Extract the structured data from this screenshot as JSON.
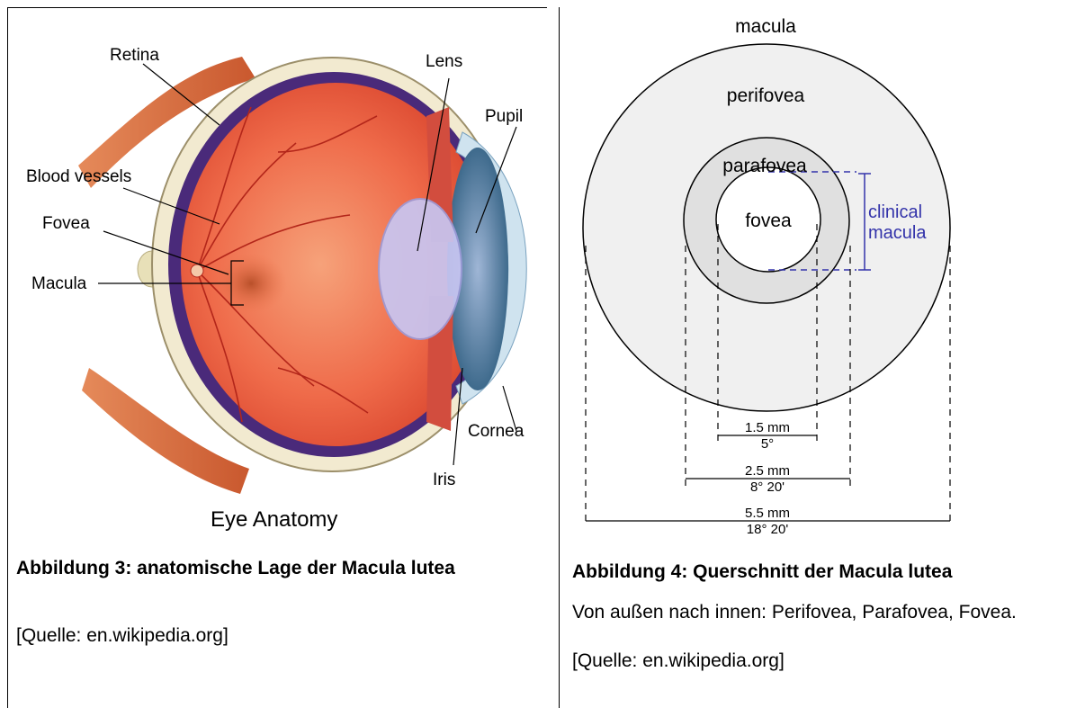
{
  "left_figure": {
    "labels": {
      "retina": "Retina",
      "lens": "Lens",
      "pupil": "Pupil",
      "blood_vessels": "Blood vessels",
      "fovea": "Fovea",
      "macula": "Macula",
      "cornea": "Cornea",
      "iris": "Iris"
    },
    "title": "Eye Anatomy",
    "caption": "Abbildung 3: anatomische Lage der Macula lutea",
    "source": "[Quelle: en.wikipedia.org]"
  },
  "right_figure": {
    "labels": {
      "macula": "macula",
      "perifovea": "perifovea",
      "parafovea": "parafovea",
      "fovea": "fovea",
      "clinical_line1": "clinical",
      "clinical_line2": "macula"
    },
    "dimensions": [
      {
        "mm": "1.5 mm",
        "deg": "5°"
      },
      {
        "mm": "2.5 mm",
        "deg": "8° 20'"
      },
      {
        "mm": "5.5 mm",
        "deg": "18° 20'"
      }
    ],
    "colors": {
      "outer_ring": "#f0f0f0",
      "parafovea_ring": "#e0e0e0",
      "clinical_macula": "#3333aa"
    },
    "caption": "Abbildung 4: Querschnitt der Macula lutea",
    "description": "Von außen nach innen: Perifovea, Parafovea, Fovea.",
    "source": "[Quelle: en.wikipedia.org]"
  }
}
